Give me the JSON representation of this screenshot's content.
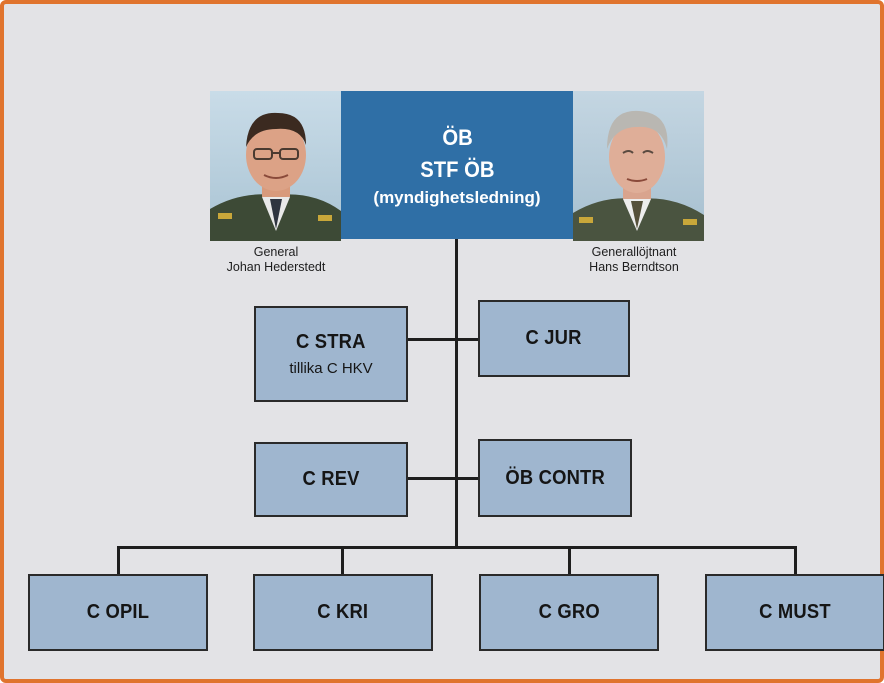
{
  "org": {
    "top": {
      "line1": "ÖB",
      "line2": "STF ÖB",
      "line3": "(myndighetsledning)"
    },
    "people": {
      "left": {
        "title": "General",
        "name": "Johan Hederstedt"
      },
      "right": {
        "title": "Generallöjtnant",
        "name": "Hans Berndtson"
      }
    },
    "level2": {
      "left": {
        "title": "C STRA",
        "sub": "tillika C HKV"
      },
      "right": {
        "title": "C JUR"
      }
    },
    "level3": {
      "left": {
        "title": "C REV"
      },
      "right": {
        "title": "ÖB CONTR"
      }
    },
    "bottom": [
      {
        "title": "C OPIL"
      },
      {
        "title": "C KRI"
      },
      {
        "title": "C GRO"
      },
      {
        "title": "C MUST"
      }
    ]
  },
  "colors": {
    "frame": "#e0742e",
    "background": "#e3e3e6",
    "top_box": "#2f6fa6",
    "box": "#9fb6cf",
    "lines": "#1e1e1e"
  }
}
